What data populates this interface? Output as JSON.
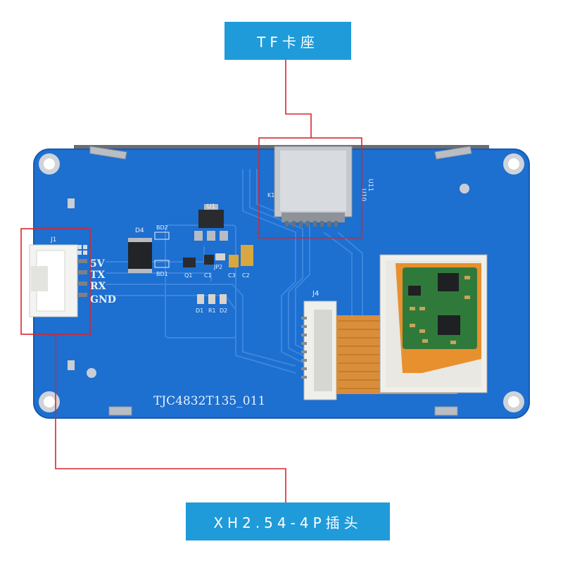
{
  "callouts": {
    "tf_card": "TF卡座",
    "connector": "XH2.54-4P插头"
  },
  "board": {
    "model": "TJC4832T135_011",
    "pins": [
      "5V",
      "TX",
      "RX",
      "GND"
    ],
    "refs": {
      "j1": "J1",
      "j4": "J4",
      "u1": "U1",
      "d4": "D4",
      "bd2": "BD2",
      "bd1": "BD1",
      "q1": "Q1",
      "c1": "C1",
      "jp2": "JP2",
      "c3": "C3",
      "c2": "C2",
      "d1": "D1",
      "r1": "R1",
      "d2": "D2",
      "k1": "K1",
      "u10": "U10",
      "u11": "U11"
    }
  },
  "colors": {
    "board_blue": "#1d6fd0",
    "callout_blue": "#1f9bd9",
    "leader_red": "#d9262c",
    "flex_orange": "#e8902e",
    "pcb_green": "#2f7a3a"
  }
}
